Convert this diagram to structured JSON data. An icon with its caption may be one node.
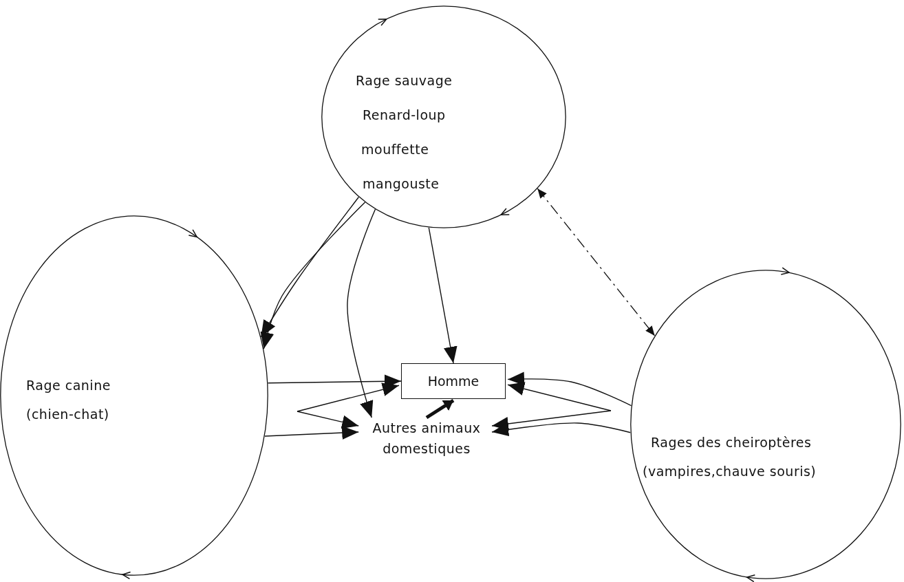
{
  "diagram": {
    "nodes": [
      {
        "text": [
          "Rage sauvage",
          "Renard-loup",
          "mouffette",
          "mangouste"
        ]
      },
      {
        "text": [
          "Rage canine",
          "(chien-chat)"
        ]
      },
      {
        "text": [
          "Rages des cheiroptères",
          "(vampires,chauve souris)"
        ]
      },
      {
        "text": [
          "Homme"
        ]
      },
      {
        "text": [
          "Autres animaux domestiques"
        ]
      }
    ],
    "edges": [
      {
        "from": 0,
        "to": 1,
        "arrow": "to"
      },
      {
        "from": 0,
        "to": 1,
        "arrow": "to"
      },
      {
        "from": 0,
        "to": 4,
        "arrow": "to"
      },
      {
        "from": 0,
        "to": 3,
        "arrow": "to"
      },
      {
        "from": 0,
        "to": 2,
        "arrow": "both",
        "style": "dashed"
      },
      {
        "from": 1,
        "to": 3,
        "arrow": "to"
      },
      {
        "from": null,
        "to": 3,
        "arrow": "to"
      },
      {
        "from": null,
        "to": 4,
        "arrow": "to"
      },
      {
        "from": 1,
        "to": 4,
        "arrow": "to"
      },
      {
        "from": 2,
        "to": 3,
        "arrow": "to"
      },
      {
        "from": null,
        "to": 3,
        "arrow": "to"
      },
      {
        "from": null,
        "to": 4,
        "arrow": "to"
      },
      {
        "from": 2,
        "to": 4,
        "arrow": "to"
      },
      {
        "from": 4,
        "to": 3,
        "arrow": "to",
        "style": "thick"
      }
    ]
  }
}
